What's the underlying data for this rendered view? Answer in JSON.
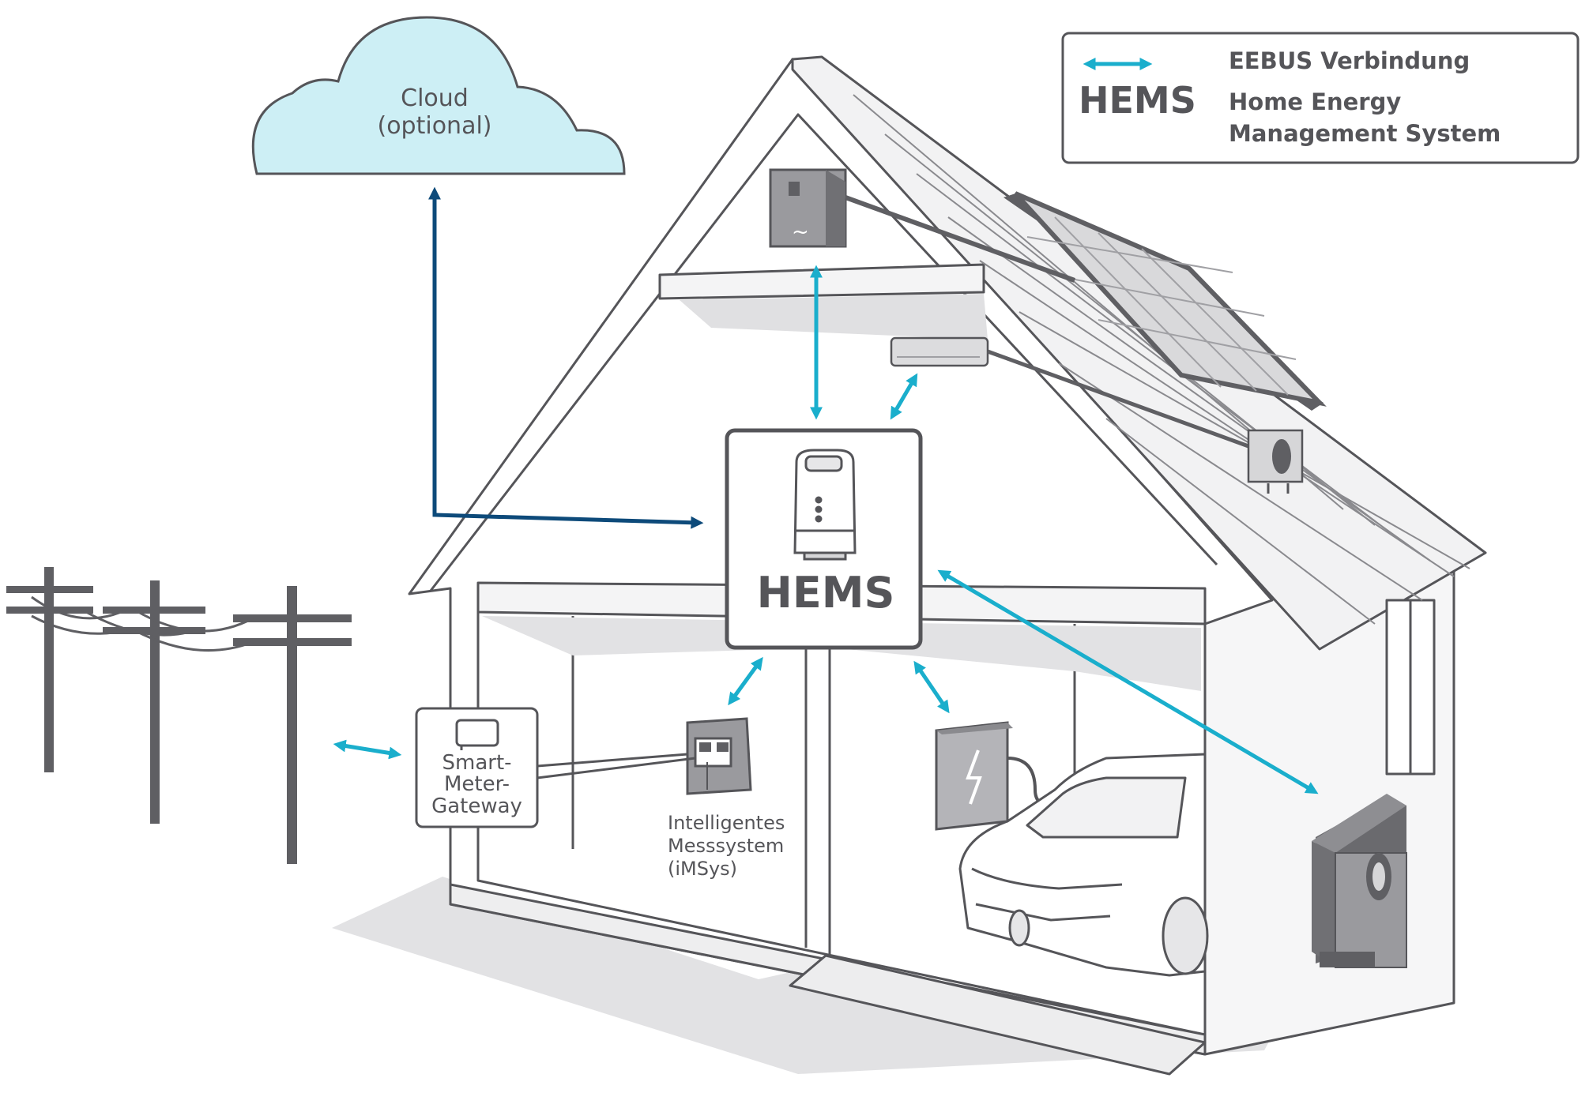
{
  "cloud": {
    "line1": "Cloud",
    "line2": "(optional)"
  },
  "hub": {
    "label": "HEMS"
  },
  "gateway": {
    "line1": "Smart-",
    "line2": "Meter-",
    "line3": "Gateway"
  },
  "meter": {
    "line1": "Intelligentes",
    "line2": "Messsystem",
    "line3": "(iMSys)"
  },
  "legend": {
    "symbol_label": "HEMS",
    "arrow_meaning": "EEBUS Verbindung",
    "hems_meaning_line1": "Home Energy",
    "hems_meaning_line2": "Management System"
  },
  "colors": {
    "eebus_arrow": "#1aaecc",
    "cloud_link": "#0d4a7a",
    "cloud_fill": "#cdeff5",
    "outline": "#555559",
    "device_gray": "#8a8a8e",
    "shadow": "#dcdcdc"
  },
  "icons": [
    "cloud-icon",
    "hems-hub-icon",
    "inverter-icon",
    "solar-panel-icon",
    "air-conditioner-icon",
    "heat-pump-icon",
    "wallbox-icon",
    "car-icon",
    "smart-meter-icon",
    "gateway-icon",
    "power-pole-icon"
  ]
}
